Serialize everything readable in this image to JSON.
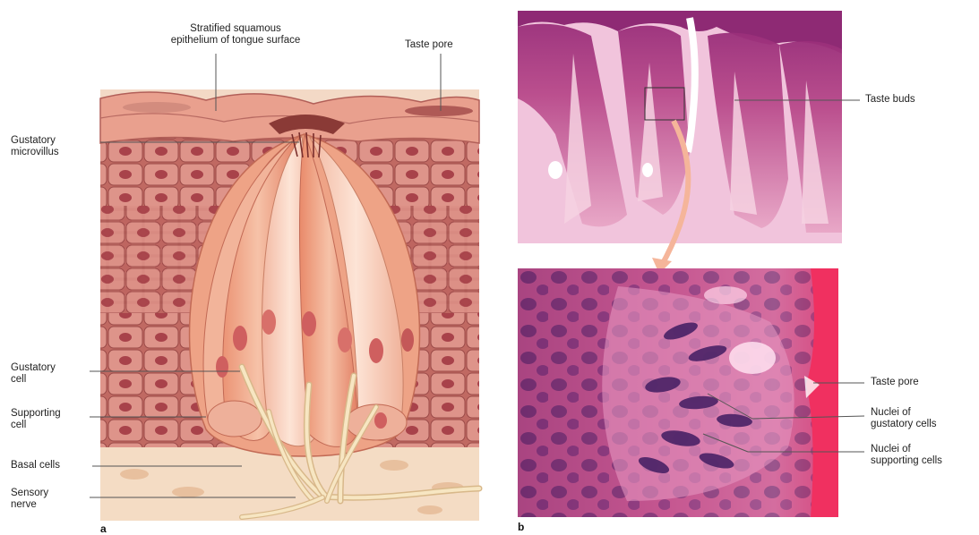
{
  "panel_a": {
    "tag": "a",
    "labels": {
      "epithelium_line1": "Stratified squamous",
      "epithelium_line2": "epithelium of tongue surface",
      "taste_pore": "Taste pore",
      "microvillus_line1": "Gustatory",
      "microvillus_line2": "microvillus",
      "gustatory_cell_line1": "Gustatory",
      "gustatory_cell_line2": "cell",
      "supporting_cell_line1": "Supporting",
      "supporting_cell_line2": "cell",
      "basal_cells": "Basal cells",
      "sensory_nerve_line1": "Sensory",
      "sensory_nerve_line2": "nerve"
    }
  },
  "panel_b": {
    "tag": "b",
    "labels": {
      "taste_buds": "Taste buds",
      "taste_pore": "Taste pore",
      "nuclei_gustatory_line1": "Nuclei of",
      "nuclei_gustatory_line2": "gustatory cells",
      "nuclei_supporting_line1": "Nuclei of",
      "nuclei_supporting_line2": "supporting cells"
    }
  }
}
